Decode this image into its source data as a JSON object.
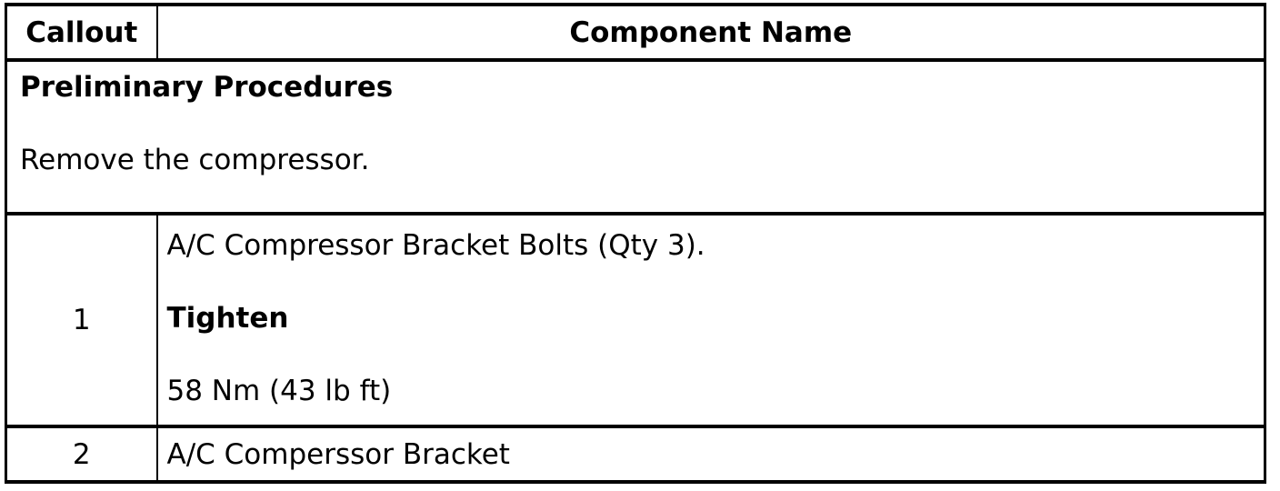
{
  "table": {
    "colors": {
      "border": "#000000",
      "text": "#000000",
      "background": "#ffffff"
    },
    "headers": [
      {
        "label": "Callout"
      },
      {
        "label": "Component Name"
      }
    ],
    "preliminary": {
      "title": "Preliminary Procedures",
      "body": "Remove the compressor."
    },
    "rows": [
      {
        "callout": "1",
        "lines": [
          {
            "text": "A/C Compressor Bracket Bolts (Qty 3).",
            "bold": false
          },
          {
            "text": "Tighten",
            "bold": true
          },
          {
            "text": "58 Nm (43 lb ft)",
            "bold": false
          }
        ]
      },
      {
        "callout": "2",
        "lines": [
          {
            "text": "A/C Comperssor Bracket",
            "bold": false
          }
        ]
      }
    ]
  }
}
